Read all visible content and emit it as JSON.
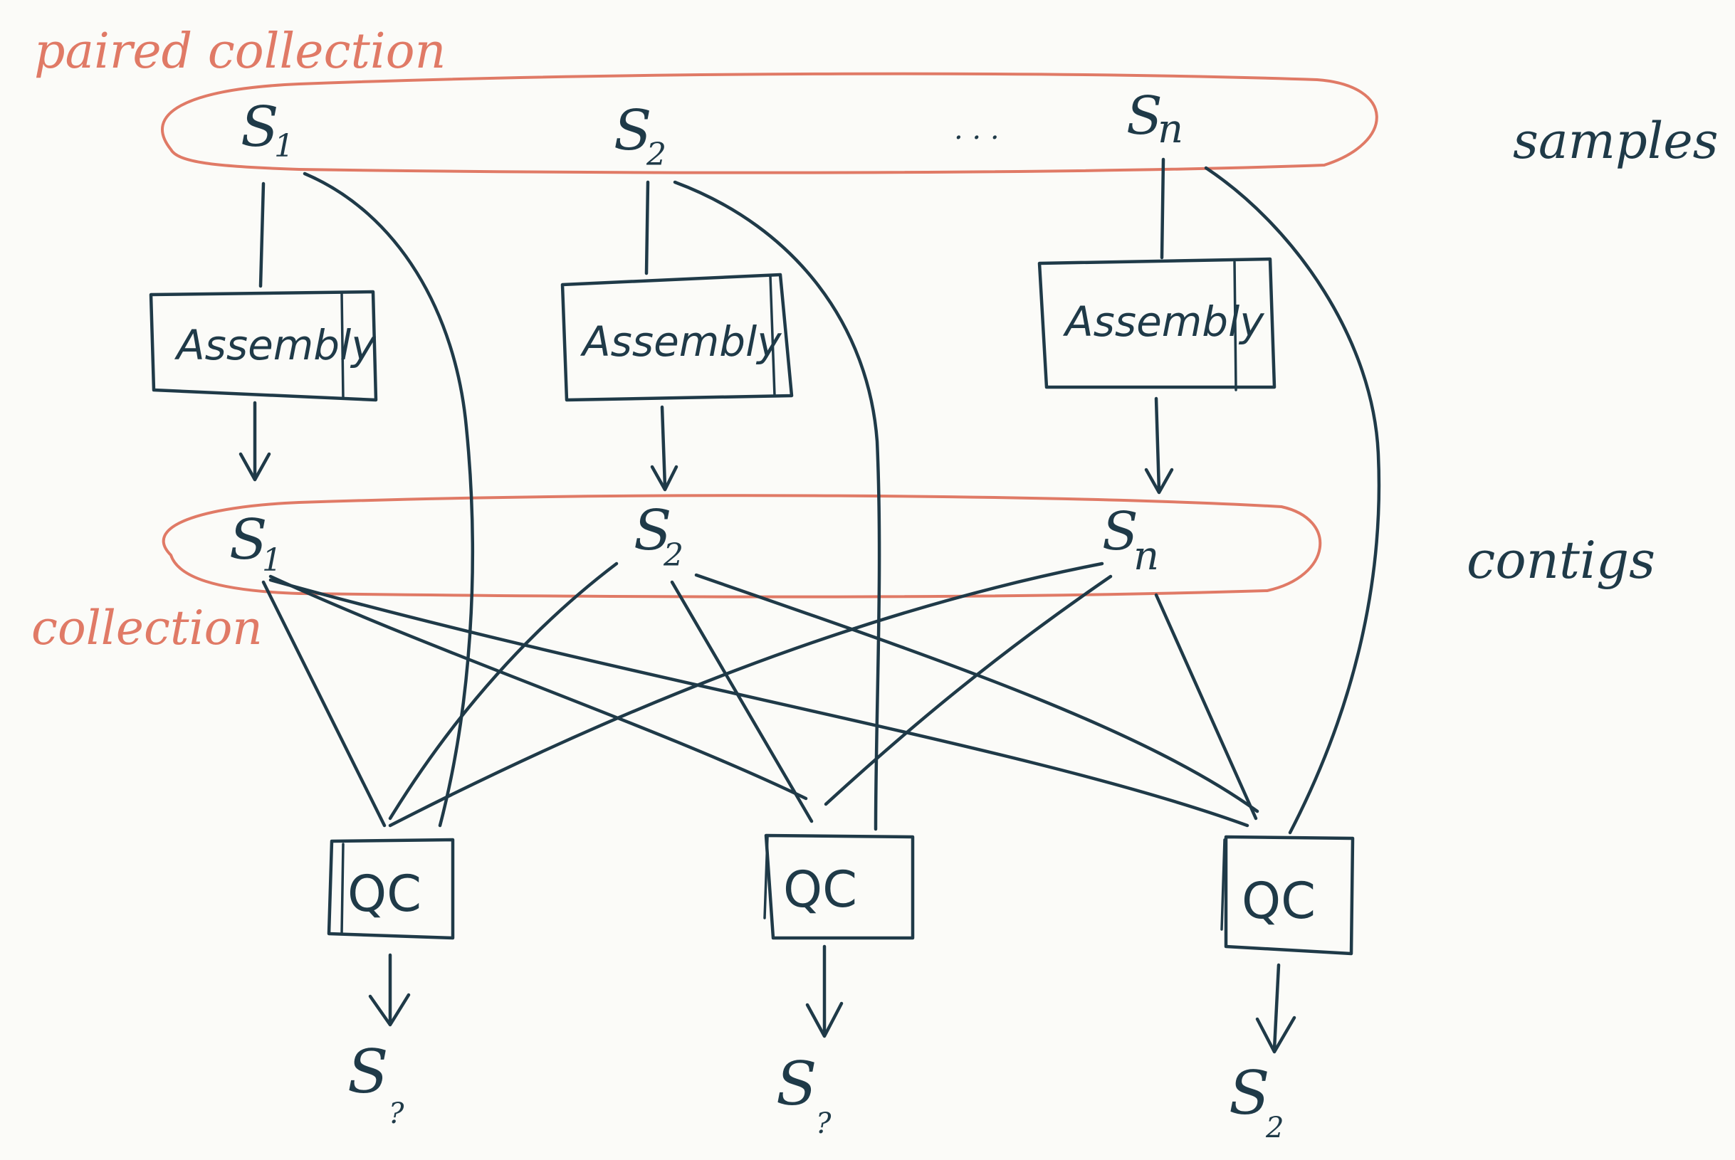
{
  "annotations": {
    "paired_collection": "paired collection",
    "collection": "collection",
    "samples": "samples",
    "contigs": "contigs",
    "ellipsis": ". . ."
  },
  "samples": [
    {
      "name": "S",
      "sub": "1"
    },
    {
      "name": "S",
      "sub": "2"
    },
    {
      "name": "S",
      "sub": "n"
    }
  ],
  "assembly_boxes": [
    {
      "label": "Assembly"
    },
    {
      "label": "Assembly"
    },
    {
      "label": "Assembly"
    }
  ],
  "contigs": [
    {
      "name": "S",
      "sub": "1"
    },
    {
      "name": "S",
      "sub": "2"
    },
    {
      "name": "S",
      "sub": "n"
    }
  ],
  "qc_boxes": [
    {
      "label": "QC"
    },
    {
      "label": "QC"
    },
    {
      "label": "QC"
    }
  ],
  "outputs": [
    {
      "name": "S",
      "sub": "?"
    },
    {
      "name": "S",
      "sub": "?"
    },
    {
      "name": "S",
      "sub": "2"
    }
  ],
  "colors": {
    "ink": "#1f3a48",
    "collection_outline": "#e07a66",
    "background": "#fbfbf8"
  }
}
